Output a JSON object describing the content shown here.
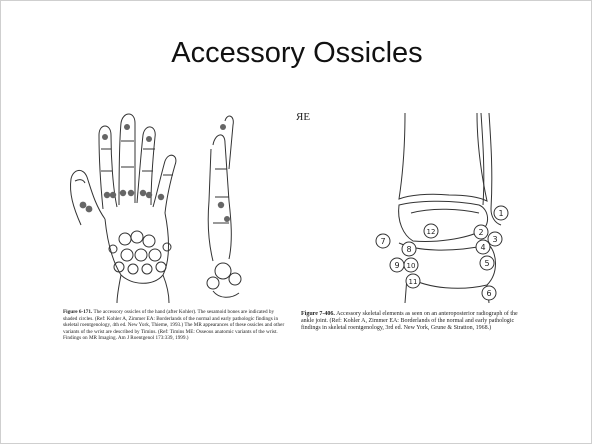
{
  "slide": {
    "title": "Accessory Ossicles",
    "stray_mark": "ЯЕ"
  },
  "figure_hand": {
    "caption_label": "Figure 6-171.",
    "caption_text": "The accessory ossicles of the hand (after Kohler). The sesamoid bones are indicated by shaded circles. (Ref: Kohler A, Zimmer EA: Borderlands of the normal and early pathologic findings in skeletal roentgenology, 4th ed. New York, Thieme, 1993.) The MR appearances of these ossicles and other variants of the wrist are described by Timins. (Ref: Timins ME: Osseous anatomic variants of the wrist. Findings on MR Imaging. Am J Roentgenol 173:339, 1999.)"
  },
  "figure_ankle": {
    "caption_label": "Figure 7-406.",
    "caption_text": "Accessory skeletal elements as seen on an anteroposterior radiograph of the ankle joint. (Ref: Kohler A, Zimmer EA: Borderlands of the normal and early pathologic findings in skeletal roentgenology, 3rd ed. New York, Grune & Stratton, 1968.)",
    "labels": [
      "1",
      "2",
      "3",
      "4",
      "5",
      "6",
      "7",
      "8",
      "9",
      "10",
      "11",
      "12"
    ]
  }
}
